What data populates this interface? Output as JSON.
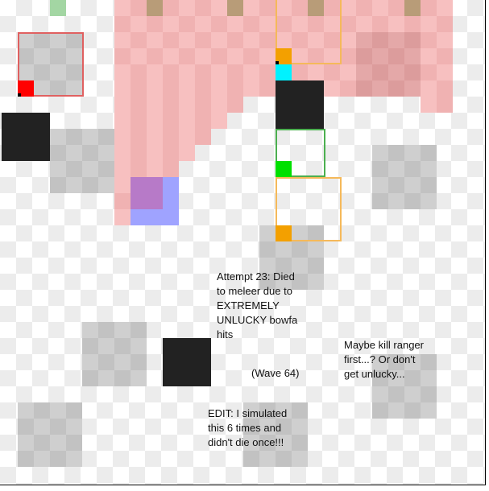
{
  "scene": {
    "wave": "(Wave 64)",
    "notes": {
      "attempt": "Attempt 23: Died\nto meleer due to\nEXTREMELY\nUNLUCKY bowfa\nhits",
      "wave": "(Wave 64)",
      "advice": "Maybe kill ranger\nfirst...? Or don't\nget unlucky...",
      "edit": "EDIT: I simulated\nthis 6 times and\ndidn't die once!!!"
    },
    "colors": {
      "player": "#00e000",
      "player_outline": "#4caf50",
      "ranger": "#f3a000",
      "ranger_outline": "#f5b95a",
      "melee": "#ff0000",
      "melee_outline": "#e06060",
      "mage": "#00f2ff",
      "pillar": "#222222",
      "danger_zone": "#f7c0c0",
      "blue_zone": "#9fa3ff",
      "pillar_tile_top": "#b89c78",
      "green_tile_top": "#a3d6a3"
    }
  }
}
